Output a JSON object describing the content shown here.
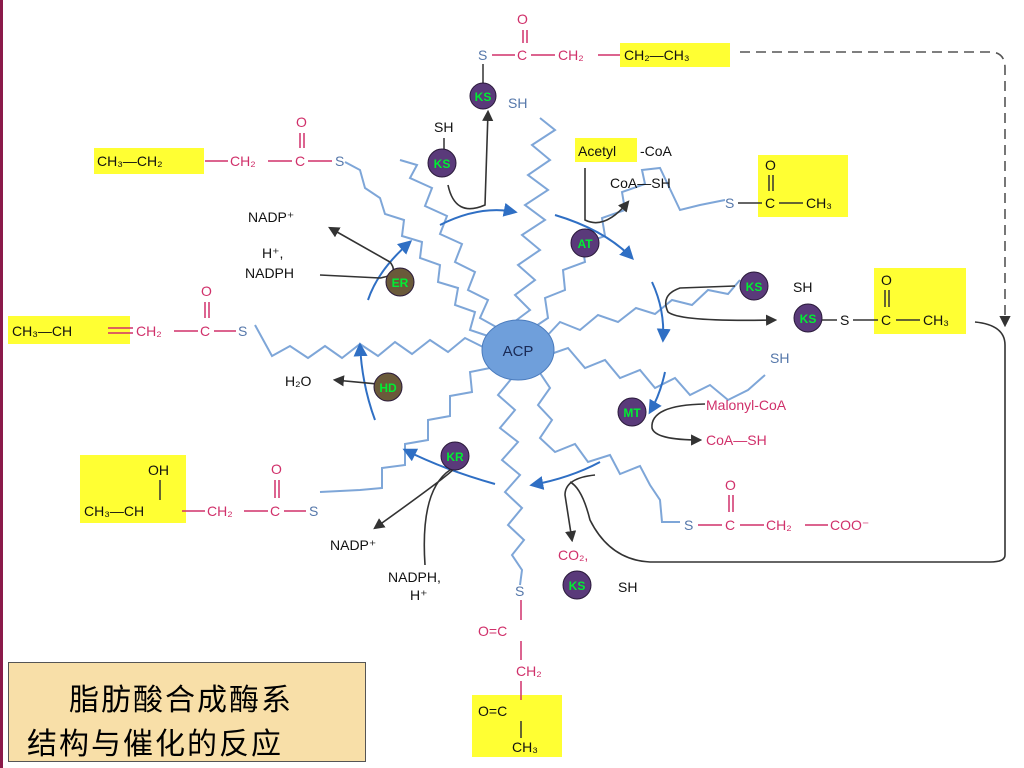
{
  "colors": {
    "chain": "#7ea6d8",
    "molecule": "#d0306a",
    "highlight": "#ffff33",
    "acp": "#6f9fdb",
    "enzyme": "#5a3a7a",
    "enzyme_label": "#00ee33",
    "arrow_blue": "#2f6fc4",
    "dark": "#333333",
    "caption_bg": "#f8dfa8"
  },
  "center": {
    "label": "ACP"
  },
  "enzymes": {
    "ks_top": "KS",
    "ks_upper_left": "KS",
    "at": "AT",
    "ks_right_upper": "KS",
    "ks_right_lower": "KS",
    "mt": "MT",
    "ks_bottom": "KS",
    "kr": "KR",
    "hd": "HD",
    "er": "ER"
  },
  "labels": {
    "sh_top": "SH",
    "sh_upper_left": "SH",
    "acetyl": "Acetyl",
    "coa_suffix": "-CoA",
    "coa_sh_1": "CoA—SH",
    "sh_right_upper": "SH",
    "sh_right_chain": "SH",
    "malonyl_coa": "Malonyl-CoA",
    "coa_sh_2": "CoA—SH",
    "co2": "CO₂,",
    "sh_bottom": "SH",
    "nadp_plus_1": "NADP⁺",
    "h_plus_1": "H⁺,",
    "nadph_1": "NADPH",
    "h2o": "H₂O",
    "nadp_plus_2": "NADP⁺",
    "nadph_2": "NADPH,",
    "h_plus_2": "H⁺"
  },
  "molecules": {
    "top": {
      "s": "S",
      "c": "C",
      "o": "O",
      "ch2": "CH₂",
      "ch2_ch3": "CH₂—CH₃"
    },
    "upper_left": {
      "ch3_ch2": "CH₃—CH₂",
      "ch2": "CH₂",
      "c": "C",
      "o": "O",
      "s": "S"
    },
    "right_acetyl_1": {
      "s": "S",
      "c": "C",
      "o": "O",
      "ch3": "CH₃"
    },
    "right_acetyl_2": {
      "s": "S",
      "c": "C",
      "o": "O",
      "ch3": "CH₃"
    },
    "left_crotonyl": {
      "ch3_ch": "CH₃—CH",
      "ch2": "CH₂",
      "c": "C",
      "o": "O",
      "s": "S"
    },
    "lower_left": {
      "oh": "OH",
      "ch3_ch": "CH₃—CH",
      "ch2": "CH₂",
      "c": "C",
      "o": "O",
      "s": "S"
    },
    "malonyl": {
      "s": "S",
      "c": "C",
      "o": "O",
      "ch2": "CH₂",
      "coo": "COO⁻"
    },
    "bottom": {
      "s": "S",
      "o_c": "O=C",
      "ch2": "CH₂",
      "o_c2": "O=C",
      "ch3": "CH₃"
    }
  },
  "caption": {
    "line1": "脂肪酸合成酶系",
    "line2": "结构与催化的反应"
  }
}
